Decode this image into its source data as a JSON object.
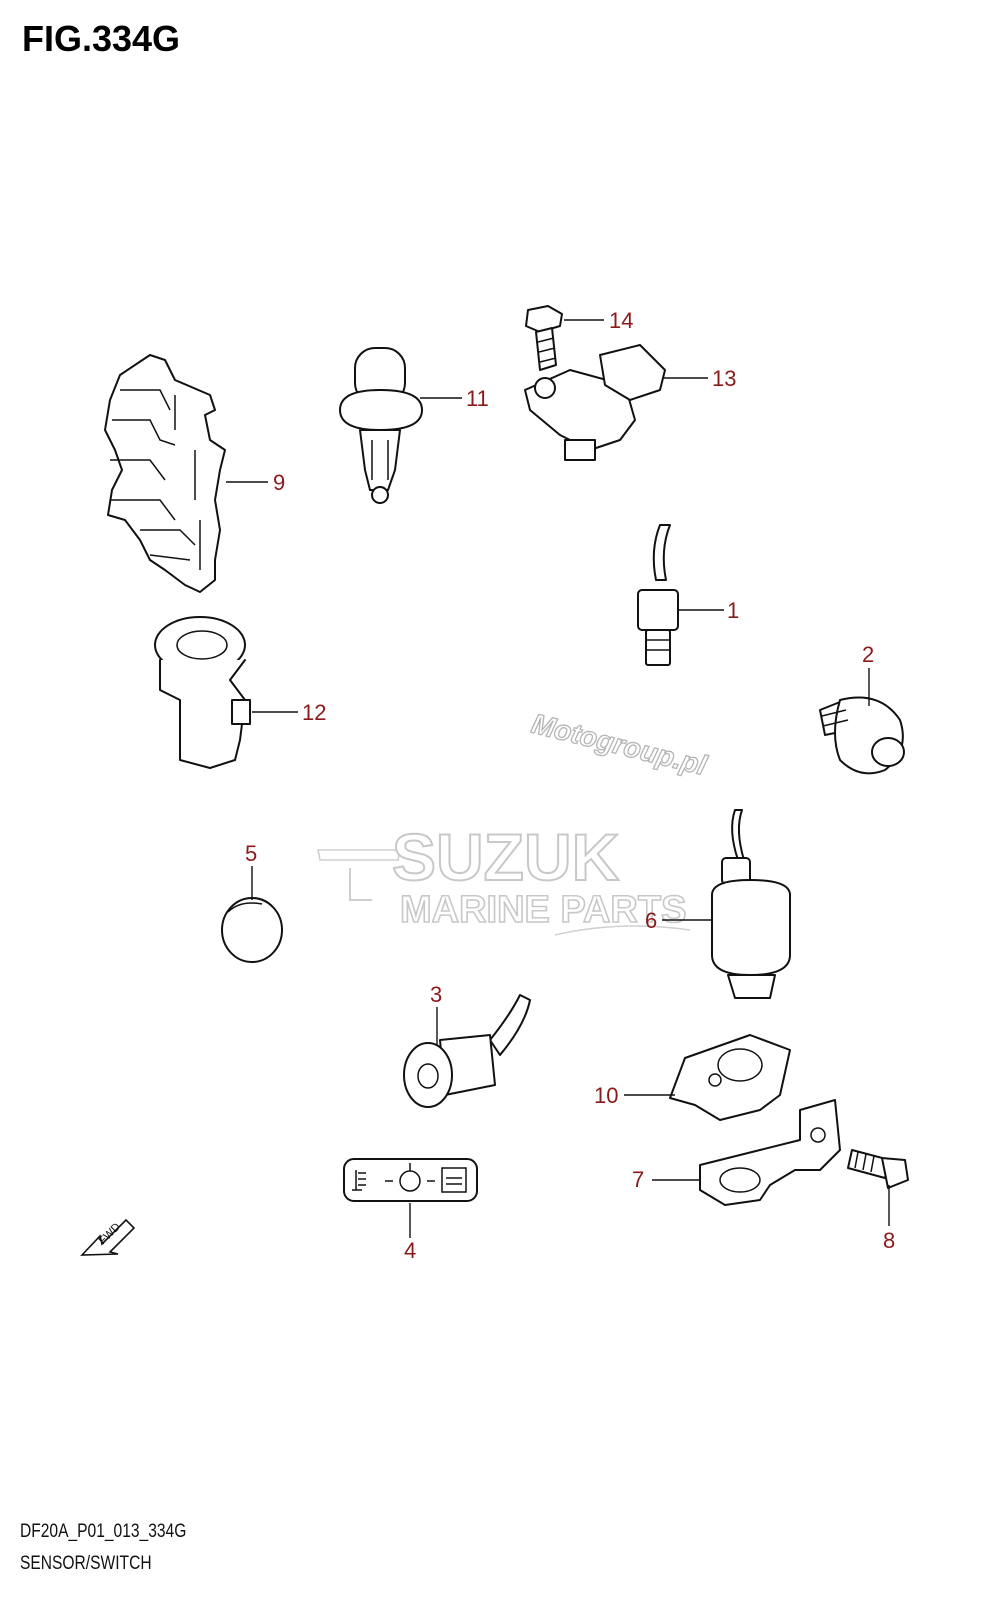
{
  "figure": {
    "title": "FIG.334G",
    "code": "DF20A_P01_013_334G",
    "name": "SENSOR/SWITCH"
  },
  "callouts": [
    "1",
    "2",
    "3",
    "4",
    "5",
    "6",
    "7",
    "8",
    "9",
    "10",
    "11",
    "12",
    "13",
    "14"
  ],
  "watermark": {
    "brand": "SUZUK",
    "subtitle": "MARINE PARTS",
    "site": "Motogroup.pl"
  },
  "direction_badge": "FWD",
  "colors": {
    "callout": "#8b1a1a",
    "lines": "#111111",
    "watermark": "#c8c8c8"
  }
}
